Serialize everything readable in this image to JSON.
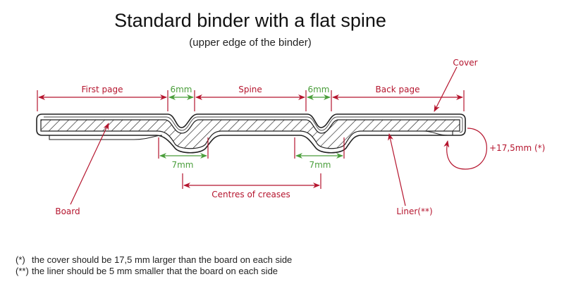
{
  "title": "Standard binder with a flat spine",
  "subtitle": "(upper edge of the binder)",
  "colors": {
    "red": "#b5152e",
    "green": "#4a9e3b",
    "outline": "#222222"
  },
  "dimensions": {
    "first_page": "First page",
    "crease_gap_left": "6mm",
    "spine": "Spine",
    "crease_gap_right": "6mm",
    "back_page": "Back page",
    "crease_width_left": "7mm",
    "crease_width_right": "7mm",
    "centres_of_creases": "Centres of creases",
    "overhang": "+17,5mm (*)"
  },
  "callouts": {
    "cover": "Cover",
    "board": "Board",
    "liner": "Liner(**)"
  },
  "footnotes": [
    {
      "marker": "(*)",
      "text": "the cover should be 17,5 mm larger than the board on each side"
    },
    {
      "marker": "(**)",
      "text": "the liner should be 5 mm smaller that the board on each side"
    }
  ]
}
